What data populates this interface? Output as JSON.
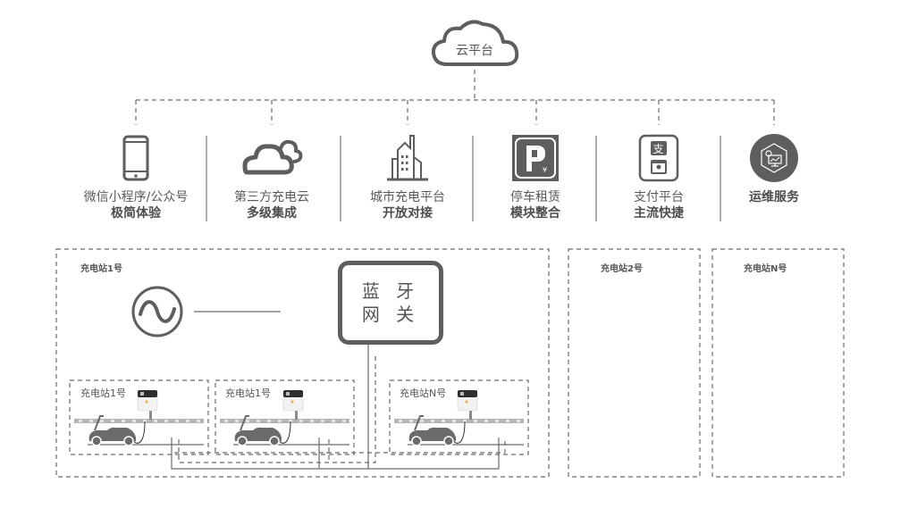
{
  "cloud": {
    "label": "云平台",
    "icon": "cloud-icon"
  },
  "services": [
    {
      "icon": "smartphone-icon",
      "line1": "微信小程序/公众号",
      "line2": "极简体验"
    },
    {
      "icon": "third-party-cloud-icon",
      "line1": "第三方充电云",
      "line2": "多级集成"
    },
    {
      "icon": "city-building-icon",
      "line1": "城市充电平台",
      "line2": "开放对接"
    },
    {
      "icon": "parking-icon",
      "line1": "停车租赁",
      "line2": "模块整合"
    },
    {
      "icon": "payment-icon",
      "line1": "支付平台",
      "line2": "主流快捷"
    },
    {
      "icon": "operations-service-icon",
      "line1": "",
      "line2": "运维服务"
    }
  ],
  "stations": {
    "main": {
      "title": "充电站1号"
    },
    "gateway": {
      "line1": "蓝 牙",
      "line2": "网 关"
    },
    "substations": [
      {
        "title": "充电站1号"
      },
      {
        "title": "充电站1号"
      },
      {
        "title": "充电站N号"
      }
    ],
    "station2": {
      "title": "充电站2号"
    },
    "stationN": {
      "title": "充电站N号"
    }
  },
  "colors": {
    "stroke": "#5e5e5e",
    "dash": "#6b6b6b",
    "text": "#555555"
  }
}
